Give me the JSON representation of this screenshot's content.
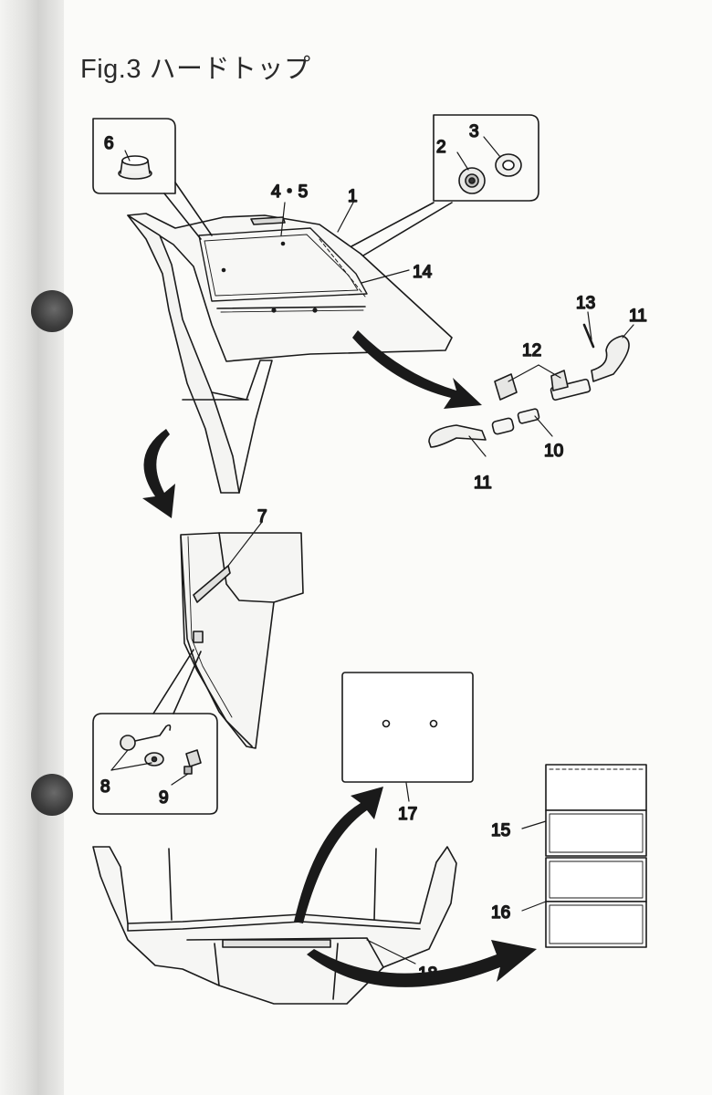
{
  "figure": {
    "title": "Fig.3 ハードトップ",
    "callouts": {
      "c1": "1",
      "c2": "2",
      "c3": "3",
      "c45": "4・5",
      "c6": "6",
      "c7": "7",
      "c8": "8",
      "c9": "9",
      "c10": "10",
      "c11a": "11",
      "c11b": "11",
      "c12": "12",
      "c13": "13",
      "c14": "14",
      "c15": "15",
      "c16": "16",
      "c17": "17",
      "c18": "18"
    }
  },
  "colors": {
    "ink": "#1a1a1a",
    "paper": "#fbfbf9",
    "binding": "#dcdcda",
    "hole": "#3c3c3c"
  }
}
